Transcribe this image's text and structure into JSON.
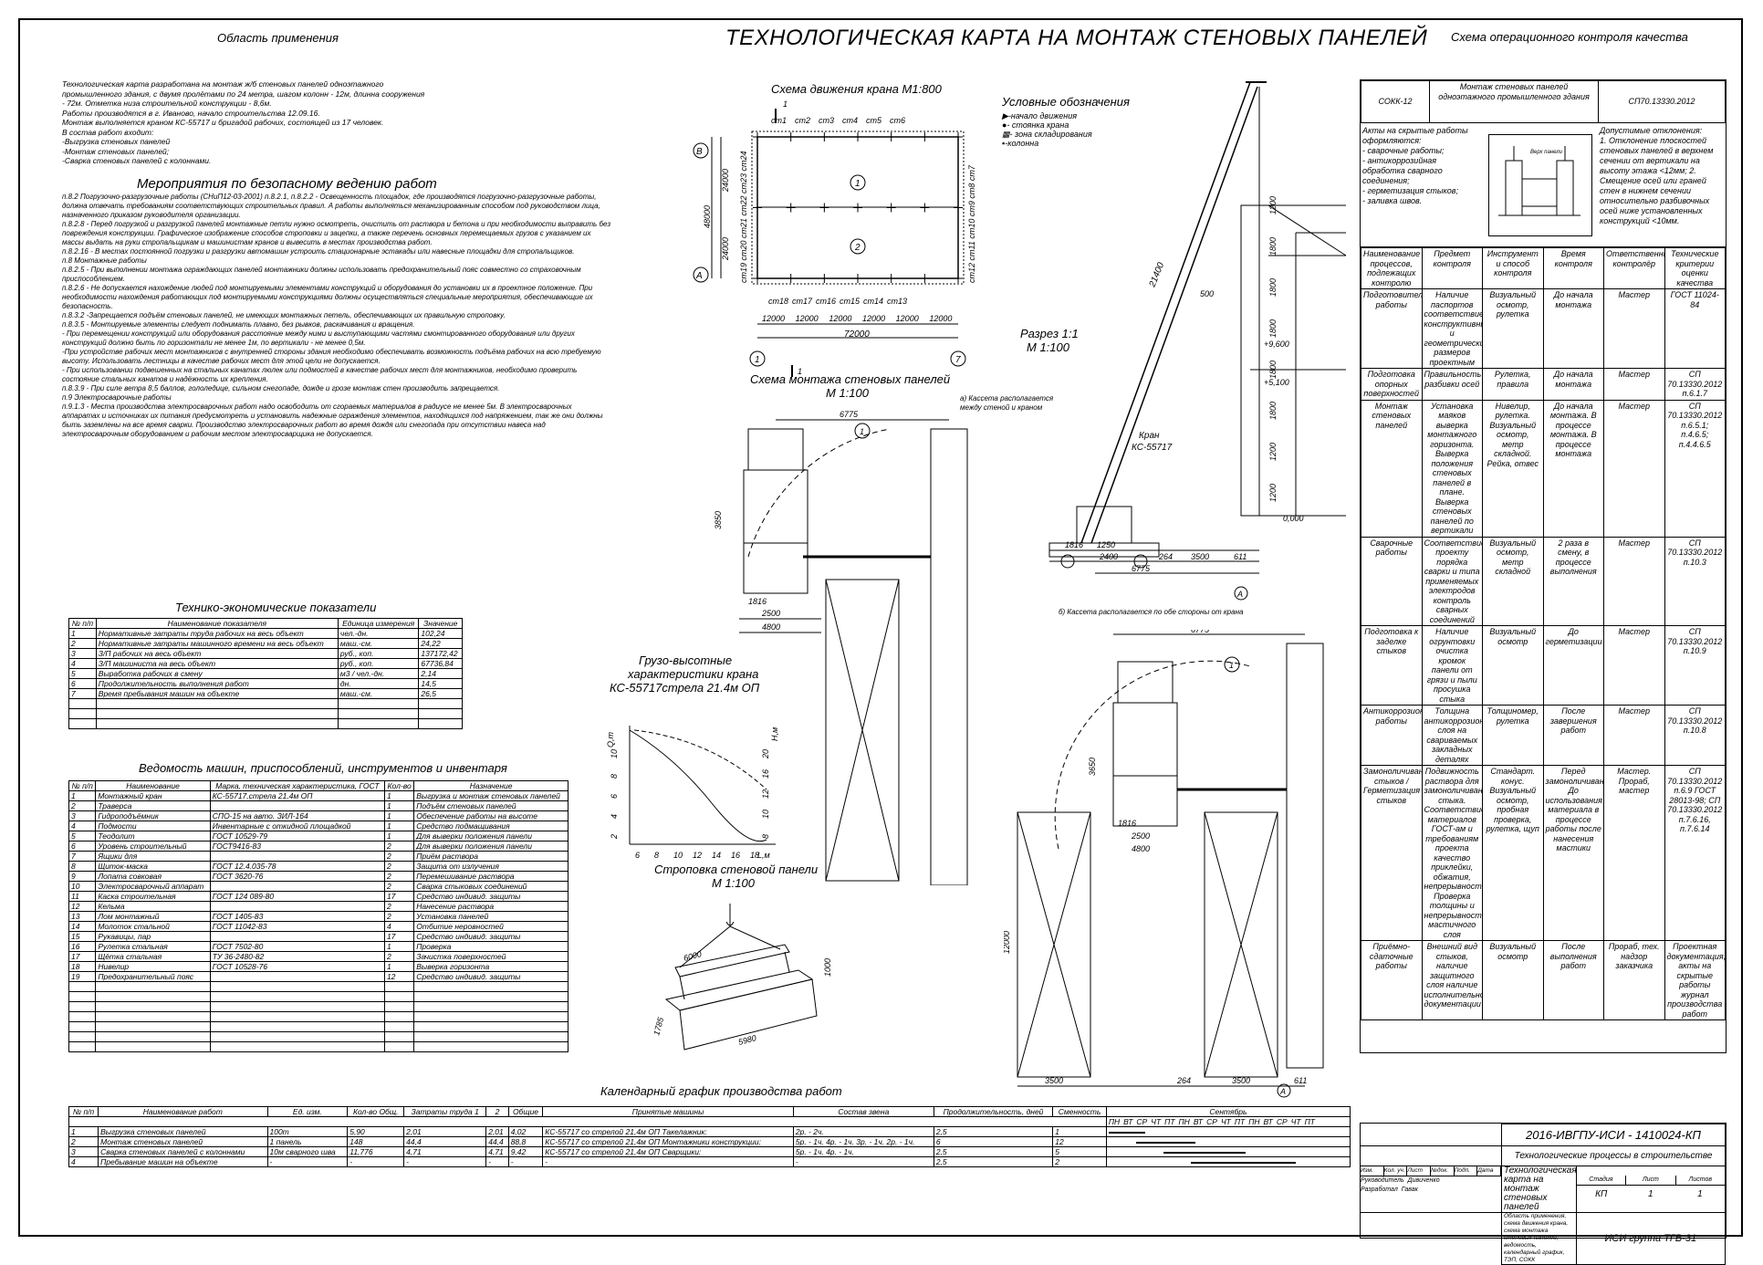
{
  "title": "ТЕХНОЛОГИЧЕСКАЯ КАРТА НА МОНТАЖ СТЕНОВЫХ ПАНЕЛЕЙ",
  "scope": {
    "heading": "Область применения",
    "lines": [
      "Технологическая карта разработана на монтаж ж/б стеновых панелей одноэтажного",
      "промышленного здания, с двумя пролётами по 24 метра, шагом колонн - 12м, длинна сооружения",
      "- 72м. Отметка низа строительной конструкции - 8,6м.",
      "Работы производятся в г. Иваново, начало строительства 12.09.16.",
      "Монтаж выполняется краном КС-55717 и бригадой рабочих, состоящей из 17 человек.",
      "В состав работ входит:",
      "-Выгрузка стеновых панелей",
      "-Монтаж стеновых панелей;",
      "-Сварка стеновых панелей с колоннами."
    ]
  },
  "safety": {
    "heading": "Мероприятия по безопасному ведению работ",
    "lines": [
      "п.8.2 Погрузочно-разгрузочные работы (СНиП12-03-2001) п.8.2.1, п.8.2.2 - Освещенность площадок, где производятся погрузочно-разгрузочные работы,",
      "должна отвечать требованиям соответствующих   строительных правил. А работы выполняться механизированным способом под руководством лица,",
      "назначенного приказом руководителя  организации.",
      "п.8.2.8 - Перед погрузкой и разгрузкой панелей монтажные петли нужно осмотреть, очистить от раствора и бетона и при необходимости   выправить без",
      "повреждения конструкции. Графическое изображение способов строповки и зацепки, а также перечень основных перемещаемых   грузов с указанием их",
      "массы выдать на руки стропальщикам и машинистам кранов и вывесить в местах производства работ.",
      "п.8.2.16 - В местах постоянной погрузки и разгрузки автомашин устроить стационарные эстакады или навесные площадки для стропальщиков.",
      "п.8 Монтажные работы",
      "п.8.2.5 - При выполнении монтажа ограждающих панелей монтажники должны использовать предохранительный пояс совместно со страховочным",
      "приспособлением.",
      "п.8.2.6 - Не допускается нахождение людей под монтируемыми элементами конструкций и оборудования до установки их в проектное положение.   При",
      "необходимости нахождения работающих под монтируемыми конструкциями должны осуществляться специальные мероприятия, обеспечивающие  их",
      "безопасность.",
      "п.8.3.2 -Запрещается подъём стеновых панелей, не имеющих монтажных петель, обеспечивающих их правильную строповку.",
      "п.8.3.5 - Монтируемые элементы следует поднимать плавно, без рывков, раскачивания и вращения.",
      "- При перемещении конструкций или оборудования расстояние между ними и выступающими частями смонтированного оборудования или других",
      "конструкций должно быть по горизонтали не менее 1м, по вертикали - не менее 0,5м.",
      "-При устройстве рабочих мест монтажников с внутренней стороны здания необходимо обеспечивать возможность подъёма рабочих на всю   требуемую",
      "высоту. Использовать лестницы в качестве рабочих мест для этой цели не допускается.",
      "- При использовании подвешенных на стальных канатах люлек или подмостей в качестве рабочих мест для монтажников, необходимо проверить",
      "состояние стальных канатов и надёжность их крепления.",
      "п.8.3.9 - При силе ветра 8,5 баллов, гололедице, сильном снегопаде, дожде и грозе монтаж стен производить запрещается.",
      "п.9 Электросварочные работы",
      "п.9.1.3 - Места производства электросварочных работ надо освободить от сгораемых материалов в радиусе не менее 5м. В    электросварочных",
      "аппаратах и источниках их питания предусмотреть и установить надежные ограждения элементов, находящихся под   напряжением, так же они должны",
      "быть заземлены на все время сварки. Производство электросварочных работ во время дождя или снегопада   при отсутствии навеса над",
      "электросварочным оборудованием и рабочим местом электросварщика не допускается."
    ]
  },
  "tep": {
    "heading": "Технико-экономические показатели",
    "headers": [
      "№ п/п",
      "Наименование показателя",
      "Единица измерения",
      "Значение"
    ],
    "rows": [
      [
        "1",
        "Нормативные затраты труда рабочих на весь объект",
        "чел.-дн.",
        "102,24"
      ],
      [
        "2",
        "Нормативные затраты машинного времени на весь объект",
        "маш.-см.",
        "24,22"
      ],
      [
        "3",
        "З/П рабочих на весь объект",
        "руб., коп.",
        "137172,42"
      ],
      [
        "4",
        "З/П машиниста на весь объект",
        "руб., коп.",
        "67736,84"
      ],
      [
        "5",
        "Выработка рабочих в смену",
        "м3 / чел.-дн.",
        "2,14"
      ],
      [
        "6",
        "Продолжительность выполнения работ",
        "дн.",
        "14,5"
      ],
      [
        "7",
        "Время пребывания машин на объекте",
        "маш.-см.",
        "26,5"
      ]
    ]
  },
  "machines": {
    "heading": "Ведомость машин, приспособлений, инструментов и инвентаря",
    "headers": [
      "№ п/п",
      "Наименование",
      "Марка, техническая характеристика, ГОСТ",
      "Кол-во",
      "Назначение"
    ],
    "rows": [
      [
        "1",
        "Монтажный кран",
        "КС-55717,стрела 21,4м ОП",
        "1",
        "Выгрузка и монтаж стеновых панелей"
      ],
      [
        "2",
        "Траверса",
        "",
        "1",
        "Подъём стеновых панелей"
      ],
      [
        "3",
        "Гидроподъёмник",
        "СПО-15 на авто. ЗИЛ-164",
        "1",
        "Обеспечение работы на высоте"
      ],
      [
        "4",
        "Подмости",
        "Инвентарные с откидной площадкой",
        "1",
        "Средство подмащивания"
      ],
      [
        "5",
        "Теодолит",
        "ГОСТ 10529-79",
        "1",
        "Для выверки положения панели"
      ],
      [
        "6",
        "Уровень строительный",
        "ГОСТ9416-83",
        "2",
        "Для выверки положения панели"
      ],
      [
        "7",
        "Ящики для",
        "",
        "2",
        "Приём раствора"
      ],
      [
        "8",
        "Щиток-маска",
        "ГОСТ 12.4.035-78",
        "2",
        "Защита от излучения"
      ],
      [
        "9",
        "Лопата совковая",
        "ГОСТ 3620-76",
        "2",
        "Перемешивание раствора"
      ],
      [
        "10",
        "Электросварочный аппарат",
        "",
        "2",
        "Сварка стыковых соединений"
      ],
      [
        "11",
        "Каска строительная",
        "ГОСТ 124   089-80",
        "17",
        "Средство индивид. защиты"
      ],
      [
        "12",
        "Кельма",
        "",
        "2",
        "Нанесение раствора"
      ],
      [
        "13",
        "Лом монтажный",
        "ГОСТ 1405-83",
        "2",
        "Установка панелей"
      ],
      [
        "14",
        "Молоток стальной",
        "ГОСТ 11042-83",
        "4",
        "Отбитие неровностей"
      ],
      [
        "15",
        "Рукавицы, пар",
        "",
        "17",
        "Средство индивид. защиты"
      ],
      [
        "16",
        "Рулетка стальная",
        "ГОСТ 7502-80",
        "1",
        "Проверка"
      ],
      [
        "17",
        "Щётка стальная",
        "ТУ 36-2480-82",
        "2",
        "Зачистка поверхностей"
      ],
      [
        "18",
        "Нивелир",
        "ГОСТ 10528-76",
        "1",
        "Выверка горизонта"
      ],
      [
        "19",
        "Предохранительный пояс",
        "",
        "12",
        "Средство индивид. защиты"
      ]
    ]
  },
  "crane_scheme": {
    "heading": "Схема движения крана М1:800",
    "top_stations": [
      "ст1",
      "ст2",
      "ст3",
      "ст4",
      "ст5",
      "ст6"
    ],
    "bottom_stations": [
      "ст18",
      "ст17",
      "ст16",
      "ст15",
      "ст14",
      "ст13"
    ],
    "left_stations": "ст19 ст20 ст21 ст22 ст23 ст24",
    "right_stations": "ст12 ст11 ст10 ст9 ст8 ст7",
    "axis_b": "В",
    "axis_a": "А",
    "axis_1": "1",
    "axis_7": "7",
    "span_1": "1",
    "span_2": "2",
    "dims_left": [
      "24000",
      "24000",
      "48000"
    ],
    "dims_bottom": [
      "12000",
      "12000",
      "12000",
      "12000",
      "12000",
      "12000"
    ],
    "dim_total": "72000",
    "section_mark": "1"
  },
  "legend": {
    "heading": "Условные обозначения",
    "items": [
      "-начало движения",
      "- стоянка крана",
      "- зона складирования",
      "-колонна"
    ]
  },
  "section": {
    "heading_1": "Разрез 1:1",
    "heading_2": "М 1:100",
    "boom_length": "21400",
    "marks": [
      "+9,600",
      "+5,100",
      "0,000"
    ],
    "crane_label_1": "Кран",
    "crane_label_2": "КС-55717",
    "vert_dims": [
      "1200",
      "1800",
      "1800",
      "1800",
      "1800",
      "1800",
      "1200",
      "1200"
    ],
    "dim_500": "500",
    "bottom_dims": [
      "1816",
      "1250",
      "2400",
      "264",
      "3500",
      "611"
    ],
    "dim_total": "6775",
    "axis": "А"
  },
  "mount_scheme": {
    "heading_1": "Схема монтажа стеновых панелей",
    "heading_2": "М 1:100",
    "note_a": "а) Кассета располагается между стеной и краном",
    "note_b": "б) Кассета располагается по обе стороны от крана",
    "dims_a": [
      "6775",
      "3850",
      "1816",
      "2500",
      "4800"
    ],
    "dims_b": [
      "6775",
      "3650",
      "1816",
      "2500",
      "4800",
      "12000",
      "3500",
      "264",
      "3500",
      "611"
    ],
    "axis_1": "1",
    "axis_a": "А"
  },
  "lift_chart": {
    "heading_1": "Грузо-высотные",
    "heading_2": "характеристики крана",
    "heading_3": "КС-55717стрела 21.4м ОП",
    "q_label": "Q,т",
    "h_label": "H,м",
    "l_label": "L,м",
    "q_ticks": [
      "2",
      "4",
      "6",
      "8",
      "10"
    ],
    "h_ticks": [
      "8",
      "10",
      "12",
      "16",
      "20"
    ],
    "l_ticks": [
      "6",
      "8",
      "10",
      "12",
      "14",
      "16",
      "18"
    ]
  },
  "sling": {
    "heading_1": "Строповка стеновой панели",
    "heading_2": "М 1:100",
    "dims": [
      "6000",
      "1000",
      "1785",
      "5980"
    ]
  },
  "calendar": {
    "heading": "Календарный график производства работ",
    "headers": [
      "№ п/п",
      "Наименование работ",
      "Ед. изм.",
      "Кол-во Общ.",
      "Затраты труда 1",
      "2",
      "Общие",
      "Принятые машины",
      "Состав звена",
      "Продолжительность, дней",
      "Сменность",
      "Сентябрь"
    ],
    "days": [
      "ПН",
      "ВТ",
      "СР",
      "ЧТ",
      "ПТ",
      "ПН",
      "ВТ",
      "СР",
      "ЧТ",
      "ПТ",
      "ПН",
      "ВТ",
      "СР",
      "ЧТ",
      "ПТ"
    ],
    "rows": [
      [
        "1",
        "Выгрузка стеновых панелей",
        "100т",
        "5,90",
        "2,01",
        "2,01",
        "4,02",
        "КС-55717 со стрелой 21,4м ОП  Такелажник:",
        "2р. - 2ч.",
        "2,5",
        "1"
      ],
      [
        "2",
        "Монтаж стеновых панелей",
        "1 панель",
        "148",
        "44,4",
        "44,4",
        "88,8",
        "КС-55717 со стрелой 21,4м ОП  Монтажники конструкции:",
        "5р. - 1ч.  4р. - 1ч.  3р. - 1ч.  2р. - 1ч.",
        "6",
        "12"
      ],
      [
        "3",
        "Сварка стеновых панелей с колоннами",
        "10м сварного шва",
        "11,776",
        "4,71",
        "4,71",
        "9,42",
        "КС-55717 со стрелой 21,4м ОП  Сварщики:",
        "5р. - 1ч.  4р. - 1ч.",
        "2,5",
        "5"
      ],
      [
        "4",
        "Пребывание машин на объекте",
        "-",
        "-",
        "-",
        "-",
        "-",
        "-",
        "-",
        "2,5",
        "2"
      ]
    ]
  },
  "quality": {
    "heading": "Схема операционного контроля качества",
    "code": "СОКК-12",
    "object": "Монтаж стеновых панелей одноэтажного промышленного здания",
    "norm": "СП70.13330.2012",
    "hidden_title": "Акты на скрытые работы оформляются:",
    "hidden_items": [
      "- сварочные работы;",
      "- антикоррозийная обработка сварного соединения;",
      "- герметизация стыков;",
      "- заливка швов."
    ],
    "tolerance_title": "Допустимые отклонения:",
    "tolerances": "1. Отклонение плоскостей стеновых панелей в верхнем сечении от вертикали на высоту этажа <12мм; 2. Смещение осей или граней стен в нижнем сечении относительно разбивочных осей ниже установленных конструкций <10мм.",
    "picture_label": "Верх панели",
    "headers": [
      "Наименование процессов, подлежащих контролю",
      "Предмет контроля",
      "Инструмент и способ контроля",
      "Время контроля",
      "Ответственный контролёр",
      "Технические критерии оценки качества"
    ],
    "rows": [
      [
        "Подготовительные работы",
        "Наличие паспортов соответствие конструктивных и геометрических размеров проектным",
        "Визуальный осмотр, рулетка",
        "До начала монтажа",
        "Мастер",
        "ГОСТ 11024-84"
      ],
      [
        "Подготовка опорных поверхностей",
        "Правильность разбивки осей",
        "Рулетка, правила",
        "До начала монтажа",
        "Мастер",
        "СП 70.13330.2012 п.6.1.7"
      ],
      [
        "Монтаж стеновых панелей",
        "Установка маяков выверка монтажного горизонта. Выверка положения стеновых панелей в плане. Выверка стеновых панелей по вертикали",
        "Нивелир, рулетка. Визуальный осмотр, метр складной. Рейка, отвес",
        "До начала монтажа. В процессе монтажа. В процессе монтажа",
        "Мастер",
        "СП 70.13330.2012 п.6.5.1; п.4.6.5; п.4.4.6.5"
      ],
      [
        "Сварочные работы",
        "Соответствие проекту порядка сварки и типа применяемых электродов контроль сварных соединений",
        "Визуальный осмотр, метр складной",
        "2 раза в смену, в процессе выполнения",
        "Мастер",
        "СП 70.13330.2012 п.10.3"
      ],
      [
        "Подготовка к заделке стыков",
        "Наличие огрунтовки очистка кромок панели от грязи и пыли просушка стыка",
        "Визуальный осмотр",
        "До герметизации",
        "Мастер",
        "СП 70.13330.2012 п.10.9"
      ],
      [
        "Антикоррозионные работы",
        "Толщина антикоррозионного слоя на свариваемых закладных деталях",
        "Толщиномер, рулетка",
        "После завершения работ",
        "Мастер",
        "СП 70.13330.2012 п.10.8"
      ],
      [
        "Замоноличивание стыков / Герметизация стыков",
        "Подвижность раствора для замоноличивания стыка. Соответствие материалов ГОСТ-ам и требованиям проекта качество приклейки, обжатия, непрерывность. Проверка толщины и непрерывности мастичного слоя",
        "Стандарт. конус. Визуальный осмотр, пробная проверка, рулетка, щуп",
        "Перед замоноличиванием. До использования материала в процессе работы после нанесения мастики",
        "Мастер. Прораб, мастер",
        "СП 70.13330.2012 п.6.9 ГОСТ 28013-98; СП 70.13330.2012 п.7.6.16, п.7.6.14"
      ],
      [
        "Приёмно-сдаточные работы",
        "Внешний вид стыков, наличие защитного слоя наличие исполнительной документации",
        "Визуальный осмотр",
        "После выполнения работ",
        "Прораб, тех. надзор заказчика",
        "Проектная документация, акты на скрытые работы журнал производства работ"
      ]
    ]
  },
  "stamp": {
    "code": "2016-ИВГПУ-ИСИ - 1410024-КП",
    "subject": "Технологические процессы в строительстве",
    "doc_title": "Технологическая карта на монтаж стеновых панелей",
    "contents": "Область применения, схема движения крана, схема монтажа стеновых панелей, ведомость, календарный график, ТЭП, СОКК",
    "stage_label": "Стадия",
    "sheet_label": "Лист",
    "sheets_label": "Листов",
    "stage": "КП",
    "sheet": "1",
    "sheets": "1",
    "org": "ИСИ группа ТГВ-31",
    "cols": [
      "Изм.",
      "Кол. уч.",
      "Лист",
      "№док.",
      "Подп.",
      "Дата"
    ],
    "role_1": "Руководитель",
    "name_1": "Дивиченко",
    "role_2": "Разработал",
    "name_2": "Гавак"
  }
}
